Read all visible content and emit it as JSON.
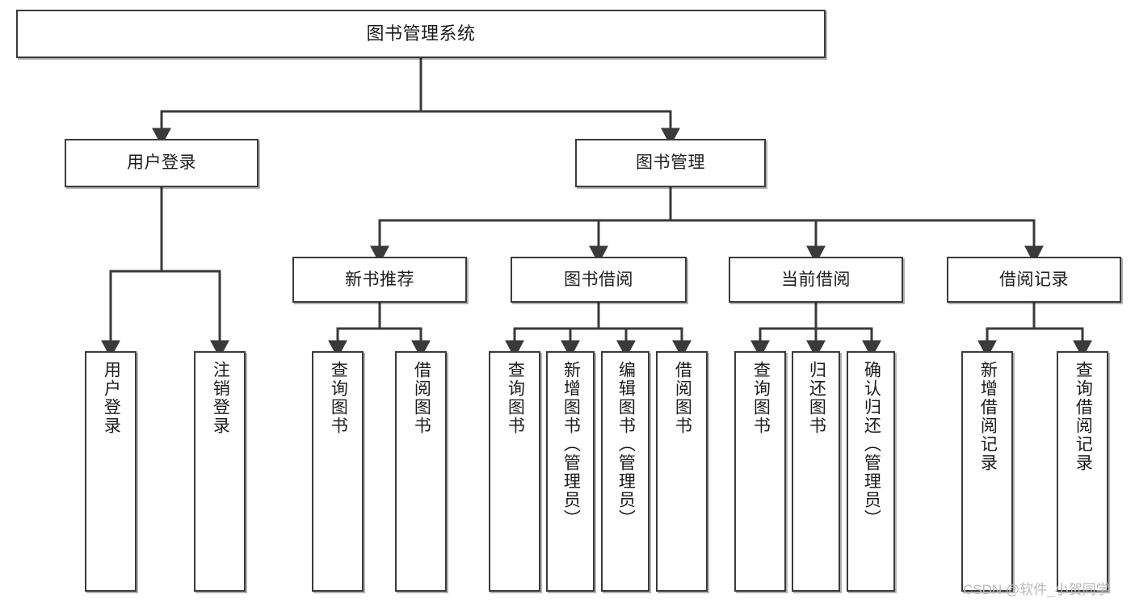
{
  "diagram": {
    "title": "图书管理系统",
    "type": "hierarchy-tree",
    "colors": {
      "box_border": "#3a3a3a",
      "box_fill": "#ffffff",
      "connector": "#3a3a3a",
      "text": "#1c1c1c",
      "watermark": "#b9b9b9"
    },
    "nodes": {
      "root": {
        "label": "图书管理系统",
        "level": 1,
        "orientation": "horizontal"
      },
      "l2": [
        {
          "id": "user-login",
          "label": "用户登录",
          "level": 2,
          "orientation": "horizontal"
        },
        {
          "id": "book-management",
          "label": "图书管理",
          "level": 2,
          "orientation": "horizontal"
        }
      ],
      "l3": [
        {
          "id": "new-book-recommend",
          "label": "新书推荐",
          "level": 3,
          "orientation": "horizontal",
          "parent": "book-management"
        },
        {
          "id": "book-borrow",
          "label": "图书借阅",
          "level": 3,
          "orientation": "horizontal",
          "parent": "book-management"
        },
        {
          "id": "current-borrow",
          "label": "当前借阅",
          "level": 3,
          "orientation": "horizontal",
          "parent": "book-management"
        },
        {
          "id": "borrow-record",
          "label": "借阅记录",
          "level": 3,
          "orientation": "horizontal",
          "parent": "book-management"
        }
      ],
      "leaves": [
        {
          "id": "leaf-user-login",
          "label": "用户登录",
          "parent": "user-login",
          "orientation": "vertical"
        },
        {
          "id": "leaf-logout",
          "label": "注销登录",
          "parent": "user-login",
          "orientation": "vertical"
        },
        {
          "id": "leaf-query-book-1",
          "label": "查询图书",
          "parent": "new-book-recommend",
          "orientation": "vertical"
        },
        {
          "id": "leaf-borrow-book-1",
          "label": "借阅图书",
          "parent": "new-book-recommend",
          "orientation": "vertical"
        },
        {
          "id": "leaf-query-book-2",
          "label": "查询图书",
          "parent": "book-borrow",
          "orientation": "vertical"
        },
        {
          "id": "leaf-add-book",
          "label": "新增图书（管理员）",
          "parent": "book-borrow",
          "orientation": "vertical"
        },
        {
          "id": "leaf-edit-book",
          "label": "编辑图书（管理员）",
          "parent": "book-borrow",
          "orientation": "vertical"
        },
        {
          "id": "leaf-borrow-book-2",
          "label": "借阅图书",
          "parent": "book-borrow",
          "orientation": "vertical"
        },
        {
          "id": "leaf-query-book-3",
          "label": "查询图书",
          "parent": "current-borrow",
          "orientation": "vertical"
        },
        {
          "id": "leaf-return-book",
          "label": "归还图书",
          "parent": "current-borrow",
          "orientation": "vertical"
        },
        {
          "id": "leaf-confirm-return",
          "label": "确认归还（管理员）",
          "parent": "current-borrow",
          "orientation": "vertical"
        },
        {
          "id": "leaf-add-record",
          "label": "新增借阅记录",
          "parent": "borrow-record",
          "orientation": "vertical"
        },
        {
          "id": "leaf-query-record",
          "label": "查询借阅记录",
          "parent": "borrow-record",
          "orientation": "vertical"
        }
      ]
    },
    "watermark": "CSDN @软件_小贺同学"
  }
}
